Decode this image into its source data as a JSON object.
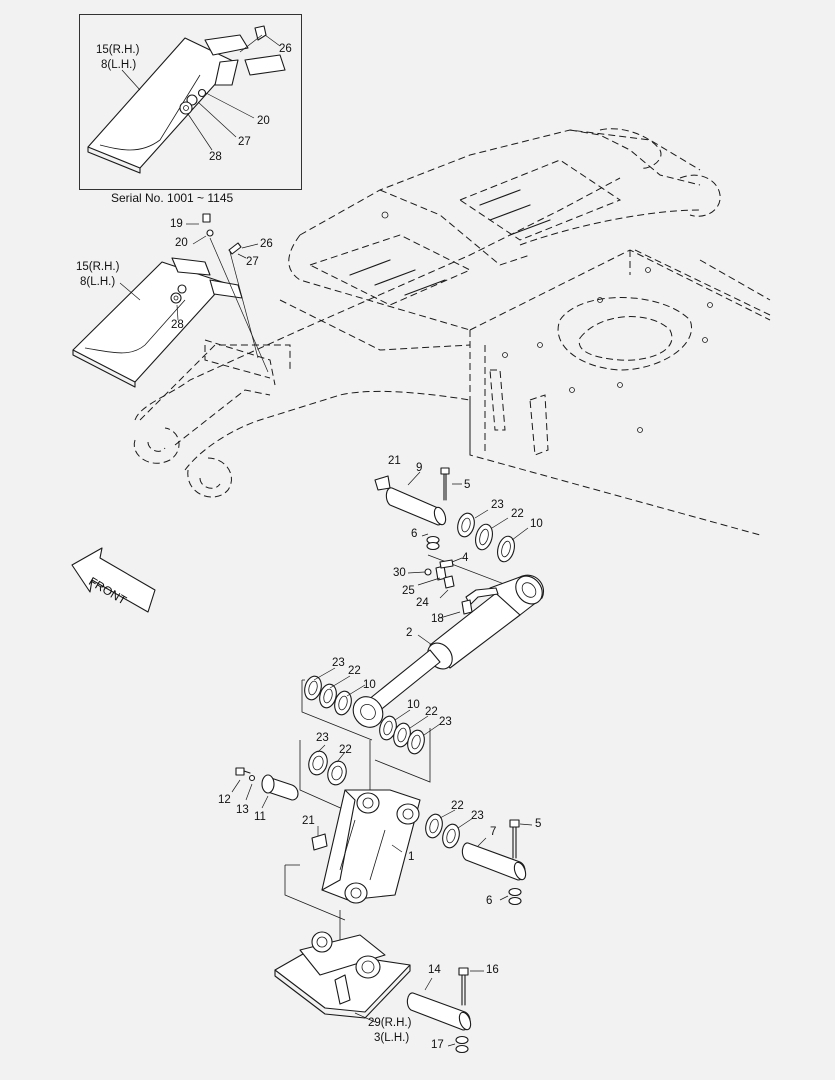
{
  "inset": {
    "serial": "Serial No.  1001 ~ 1145"
  },
  "front_label": "FRONT",
  "callouts": {
    "c15_inset": "15(R.H.)",
    "c8_inset": "8(L.H.)",
    "c26_inset": "26",
    "c20_inset": "20",
    "c27_inset": "27",
    "c28_inset": "28",
    "c19": "19",
    "c20": "20",
    "c26": "26",
    "c27": "27",
    "c15": "15(R.H.)",
    "c8": "8(L.H.)",
    "c28": "28",
    "c21a": "21",
    "c9": "9",
    "c5a": "5",
    "c23a": "23",
    "c22a": "22",
    "c10a": "10",
    "c6a": "6",
    "c4": "4",
    "c30": "30",
    "c25": "25",
    "c24": "24",
    "c18": "18",
    "c2": "2",
    "c23b": "23",
    "c22b": "22",
    "c10b": "10",
    "c10c": "10",
    "c22c": "22",
    "c23c": "23",
    "c23d": "23",
    "c22d": "22",
    "c12": "12",
    "c13": "13",
    "c11": "11",
    "c21b": "21",
    "c1": "1",
    "c22e": "22",
    "c23e": "23",
    "c7": "7",
    "c5b": "5",
    "c6b": "6",
    "c14": "14",
    "c16": "16",
    "c29": "29(R.H.)",
    "c3": "3(L.H.)",
    "c17": "17"
  }
}
